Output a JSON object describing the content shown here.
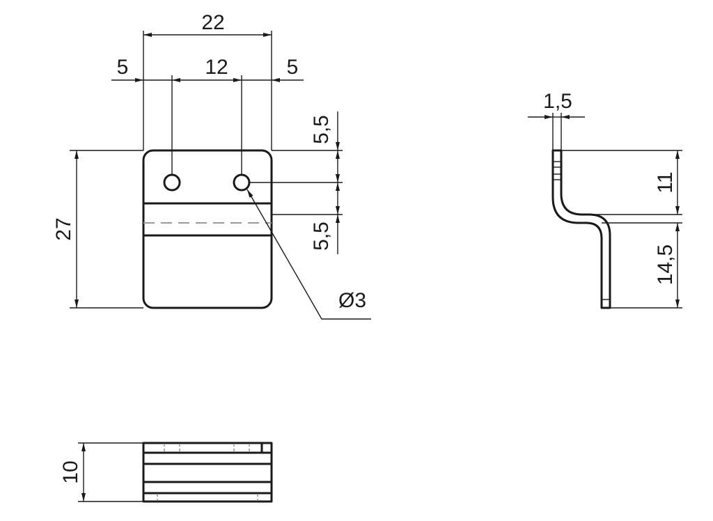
{
  "front_view": {
    "width": "22",
    "left_edge_to_hole": "5",
    "hole_spacing": "12",
    "right_edge_to_hole": "5",
    "height": "27",
    "hole_from_top": "5,5",
    "hole_to_bend": "5,5",
    "hole_diameter": "Ø3"
  },
  "side_view": {
    "thickness": "1,5",
    "upper_leg": "11",
    "lower_leg": "14,5"
  },
  "top_view": {
    "depth": "10"
  }
}
